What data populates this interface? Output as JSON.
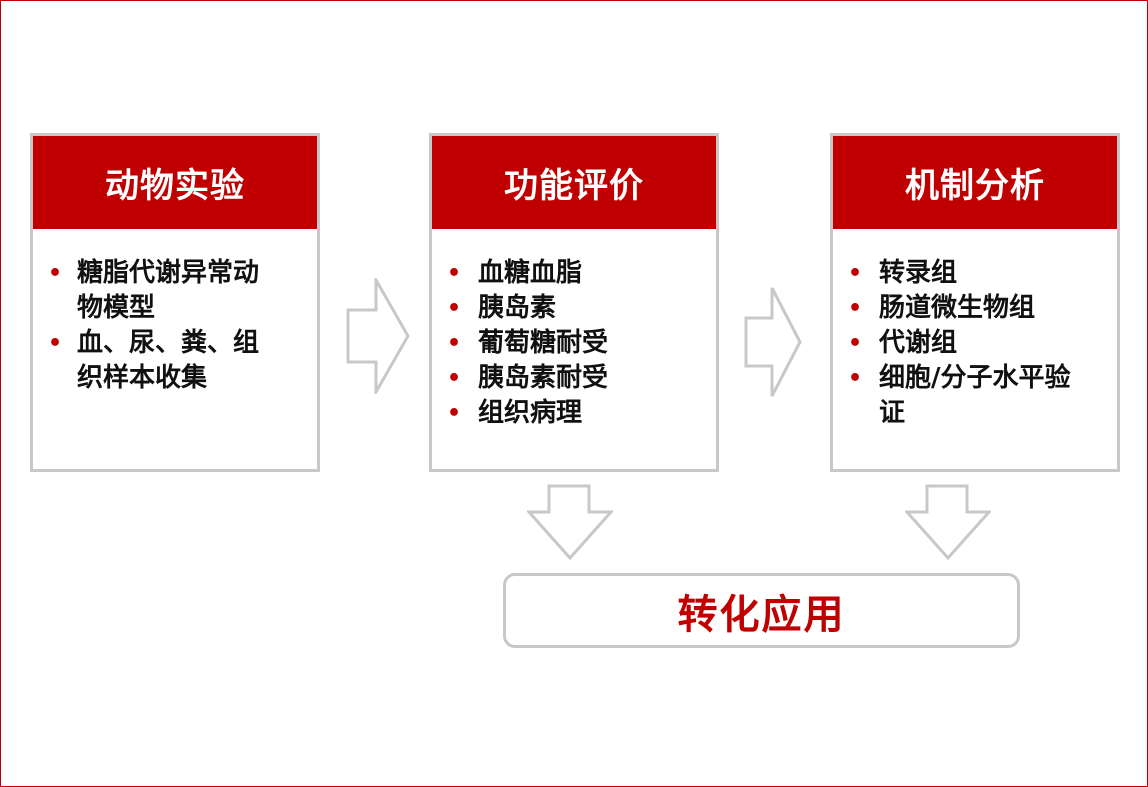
{
  "steps": [
    {
      "title": "动物实验",
      "items": [
        "糖脂代谢异常动物模型",
        "血、尿、粪、组织样本收集"
      ]
    },
    {
      "title": "功能评价",
      "items": [
        "血糖血脂",
        "胰岛素",
        "葡萄糖耐受",
        "胰岛素耐受",
        "组织病理"
      ]
    },
    {
      "title": "机制分析",
      "items": [
        "转录组",
        "肠道微生物组",
        "代谢组",
        "细胞/分子水平验证"
      ]
    }
  ],
  "bullet_symbol": "•",
  "application": {
    "label": "转化应用"
  },
  "colors": {
    "accent": "#c00000",
    "border": "#c8c8c8",
    "text": "#111111"
  },
  "icons": {
    "flow_right": "hollow-arrow-right",
    "flow_down": "hollow-arrow-down"
  }
}
